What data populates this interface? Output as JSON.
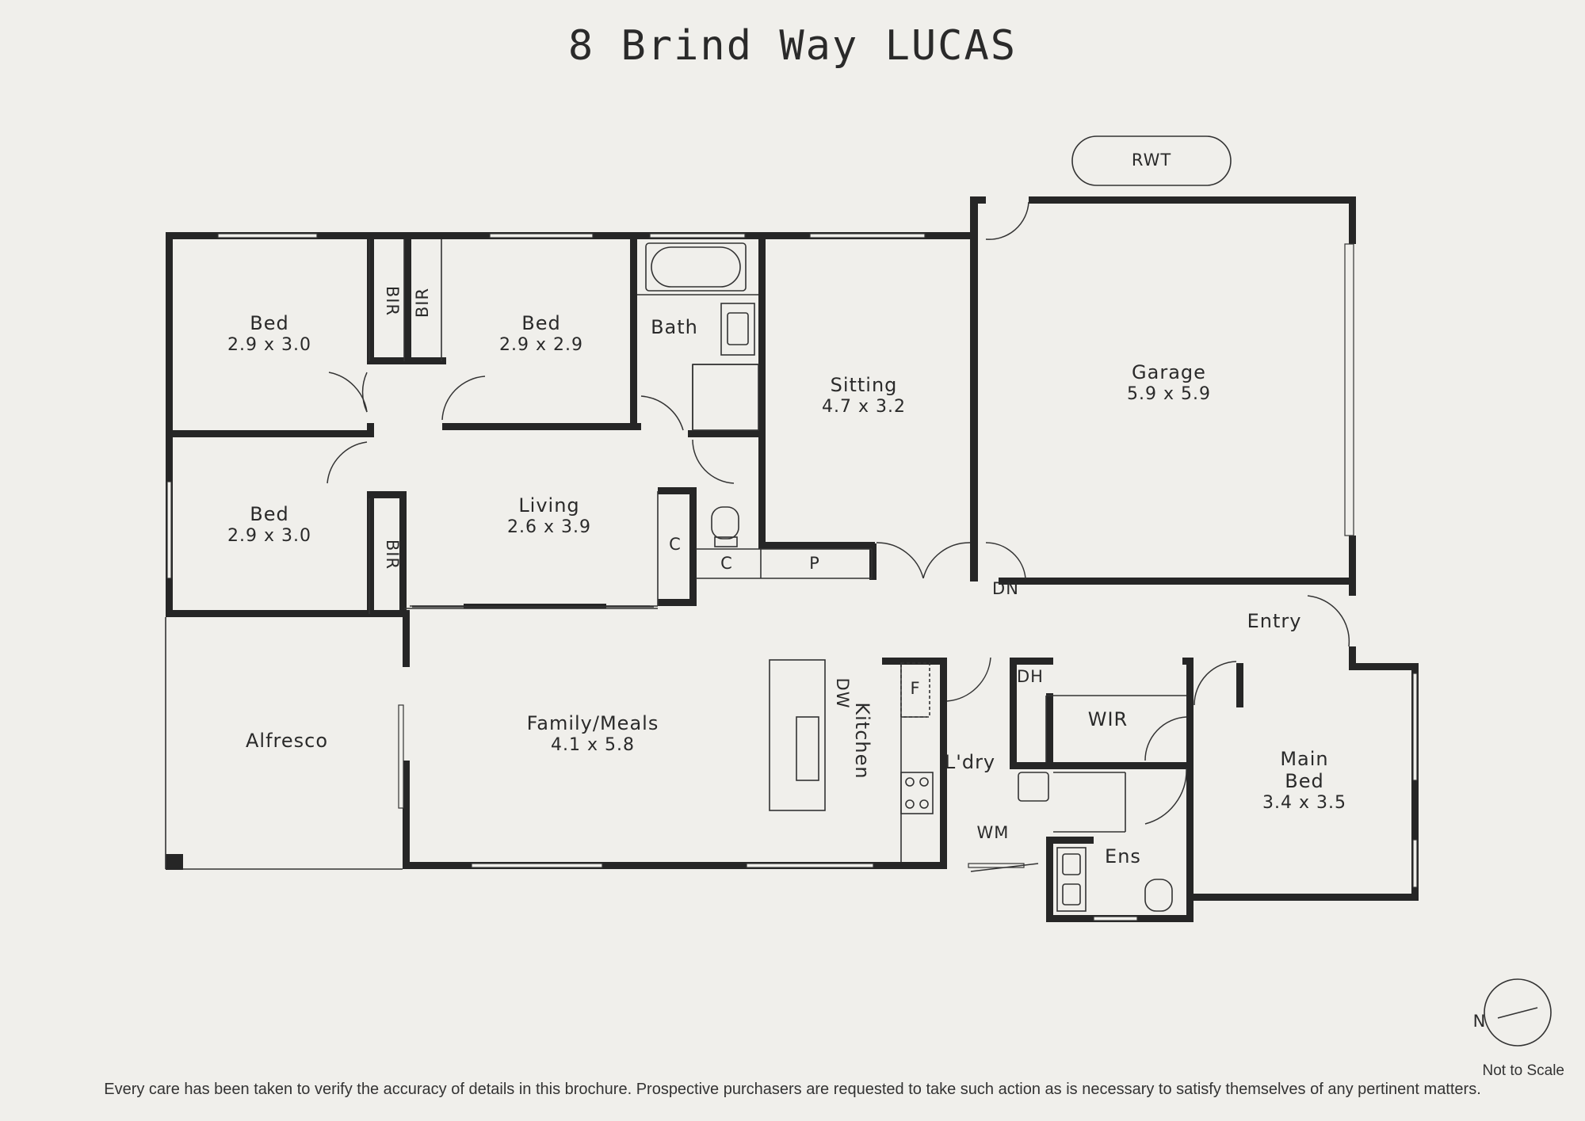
{
  "title": "8 Brind Way LUCAS",
  "disclaimer": "Every care has been taken to verify the accuracy of details in this brochure. Prospective purchasers are requested to take such action as is necessary to satisfy themselves of any pertinent matters.",
  "scale_note": "Not to Scale",
  "compass_label": "N",
  "rooms": {
    "bed1": {
      "name": "Bed",
      "dims": "2.9 x 3.0"
    },
    "bed2": {
      "name": "Bed",
      "dims": "2.9 x 2.9"
    },
    "bed3": {
      "name": "Bed",
      "dims": "2.9 x 3.0"
    },
    "bath": {
      "name": "Bath"
    },
    "sitting": {
      "name": "Sitting",
      "dims": "4.7 x 3.2"
    },
    "garage": {
      "name": "Garage",
      "dims": "5.9 x 5.9"
    },
    "living": {
      "name": "Living",
      "dims": "2.6 x 3.9"
    },
    "family": {
      "name": "Family/Meals",
      "dims": "4.1 x 5.8"
    },
    "alfresco": {
      "name": "Alfresco"
    },
    "kitchen": {
      "name": "Kitchen"
    },
    "laundry": {
      "name": "L'dry"
    },
    "wir": {
      "name": "WIR"
    },
    "ens": {
      "name": "Ens"
    },
    "main_bed": {
      "name1": "Main",
      "name2": "Bed",
      "dims": "3.4 x 3.5"
    }
  },
  "labels": {
    "rwt": "RWT",
    "bir": "BIR",
    "c": "C",
    "p": "P",
    "dn": "DN",
    "entry": "Entry",
    "f": "F",
    "dh": "DH",
    "dw": "DW",
    "wm": "WM"
  }
}
